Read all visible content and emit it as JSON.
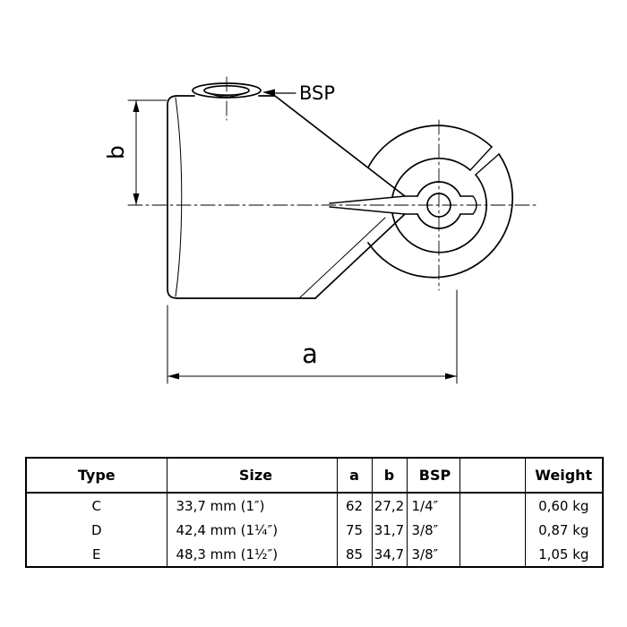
{
  "colors": {
    "line": "#000000",
    "background": "#ffffff"
  },
  "drawing": {
    "bsp_label": "BSP",
    "dim_a_label": "a",
    "dim_b_label": "b"
  },
  "table": {
    "headers": {
      "type": "Type",
      "size": "Size",
      "a": "a",
      "b": "b",
      "bsp": "BSP",
      "empty": "",
      "weight": "Weight"
    },
    "rows": [
      {
        "type": "C",
        "size": "33,7 mm (1″)",
        "a": "62",
        "b": "27,2",
        "bsp": "1/4″",
        "weight": "0,60 kg"
      },
      {
        "type": "D",
        "size": "42,4 mm (1¼″)",
        "a": "75",
        "b": "31,7",
        "bsp": "3/8″",
        "weight": "0,87 kg"
      },
      {
        "type": "E",
        "size": "48,3 mm (1½″)",
        "a": "85",
        "b": "34,7",
        "bsp": "3/8″",
        "weight": "1,05 kg"
      }
    ]
  }
}
